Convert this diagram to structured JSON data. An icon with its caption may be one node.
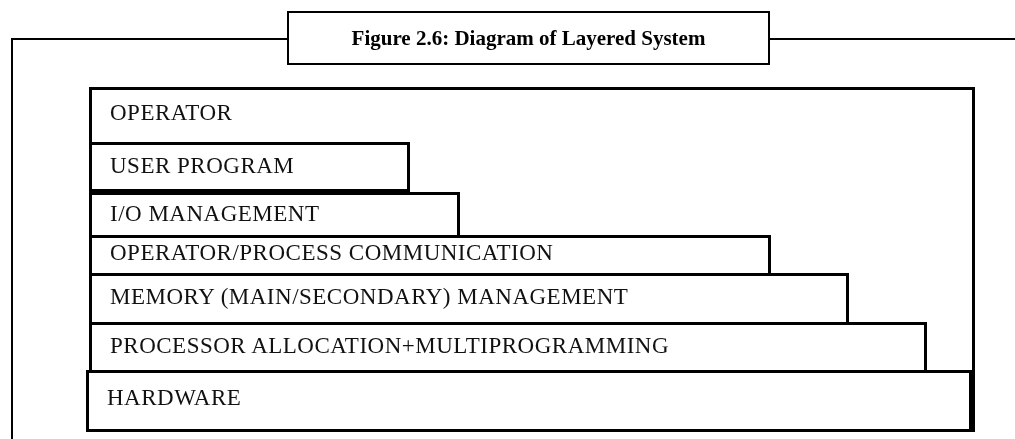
{
  "diagram": {
    "title": "Figure 2.6: Diagram of Layered System",
    "nodes": [
      {
        "text": [
          "OPERATOR"
        ]
      },
      {
        "text": [
          "USER PROGRAM"
        ],
        "in": 0
      },
      {
        "text": [
          "I/O MANAGEMENT"
        ],
        "in": 0
      },
      {
        "text": [
          "OPERATOR/PROCESS COMMUNICATION"
        ],
        "in": 0
      },
      {
        "text": [
          "MEMORY (MAIN/SECONDARY) MANAGEMENT"
        ],
        "in": 0
      },
      {
        "text": [
          "PROCESSOR ALLOCATION+MULTIPROGRAMMING"
        ],
        "in": 0
      },
      {
        "text": [
          "HARDWARE"
        ],
        "in": 0
      }
    ],
    "edges": []
  }
}
